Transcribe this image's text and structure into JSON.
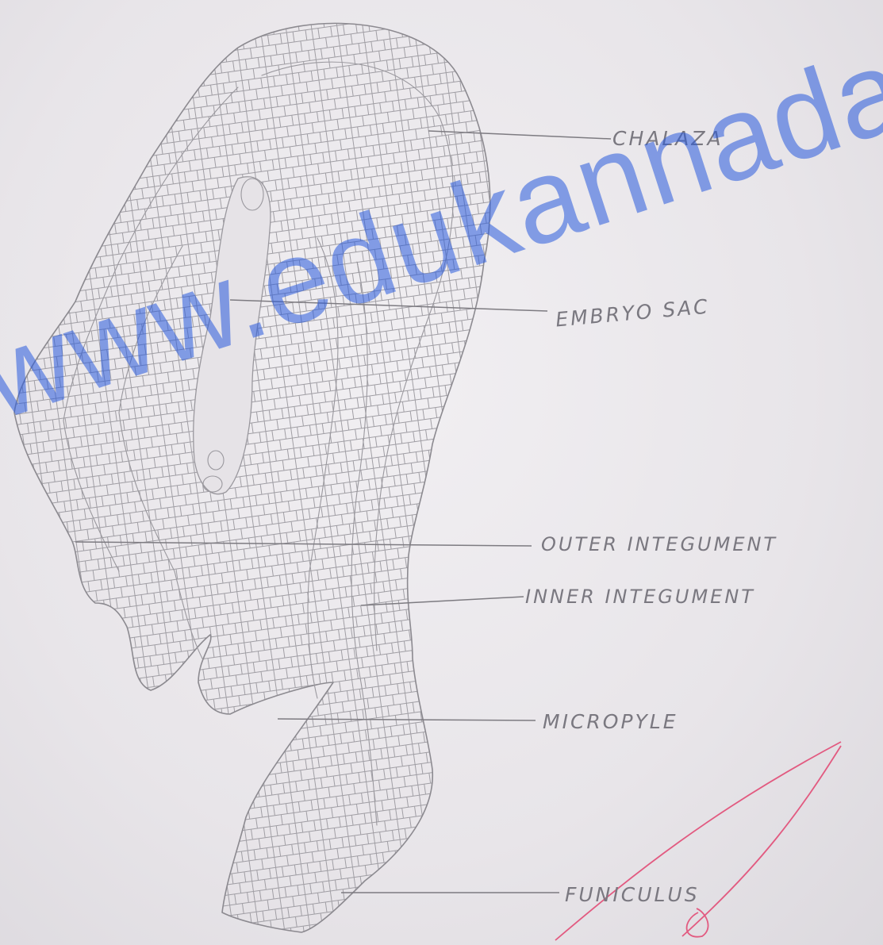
{
  "labels": {
    "chalaza": "CHALAZA",
    "embryo_sac": "EMBRYO SAC",
    "outer_integument": "OUTER INTEGUMENT",
    "inner_integument": "INNER INTEGUMENT",
    "micropyle": "MICROPYLE",
    "funiculus": "FUNICULUS"
  },
  "watermark": "www.edukannada.co",
  "colors": {
    "paper": "#ece9ed",
    "pencil": "#8c8a90",
    "watermark": "#2f62d8",
    "red_mark": "#e25a80"
  }
}
